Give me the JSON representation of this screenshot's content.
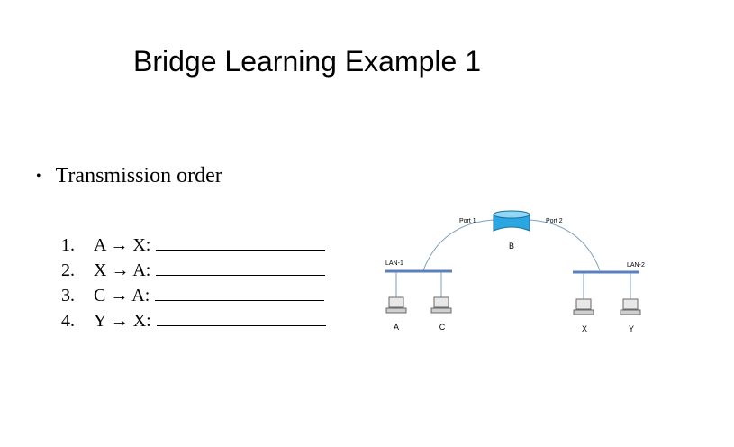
{
  "title": "Bridge Learning Example 1",
  "bullet": {
    "symbol": "•",
    "text": "Transmission order"
  },
  "steps": [
    {
      "num": "1.",
      "from": "A",
      "arrow": "→",
      "to": "X:"
    },
    {
      "num": "2.",
      "from": "X",
      "arrow": "→",
      "to": "A:"
    },
    {
      "num": "3.",
      "from": "C",
      "arrow": "→",
      "to": "A:"
    },
    {
      "num": "4.",
      "from": "Y",
      "arrow": "→",
      "to": "X:"
    }
  ],
  "diagram": {
    "bridge_label": "B",
    "port1_label": "Port 1",
    "port2_label": "Port 2",
    "lan1_label": "LAN-1",
    "lan2_label": "LAN-2",
    "hosts": [
      "A",
      "C",
      "X",
      "Y"
    ],
    "colors": {
      "link": "#7f9fbf",
      "lan_bar": "#5b7fbf",
      "bridge": "#2aa7e0",
      "host": "#6a6a6a"
    }
  }
}
